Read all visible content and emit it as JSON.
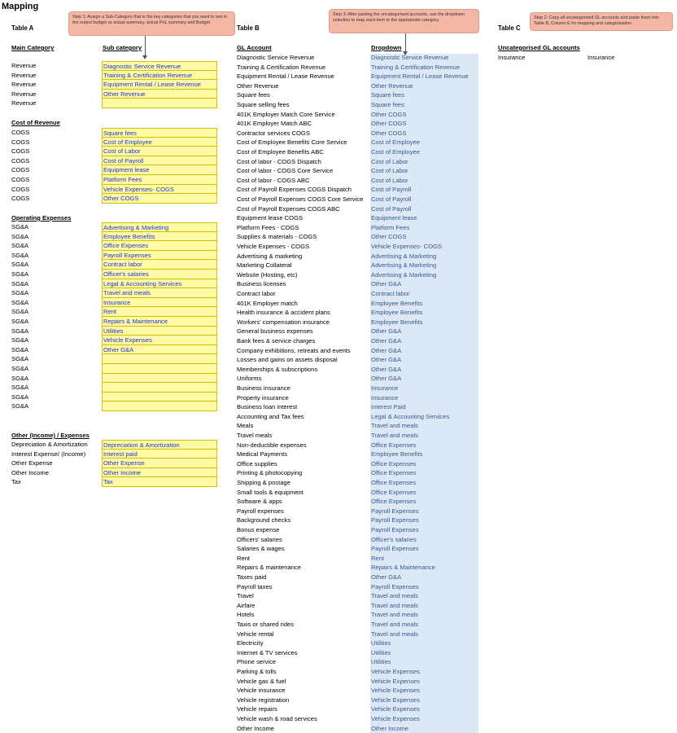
{
  "title": "Mapping",
  "table_a": {
    "label": "Table A",
    "col1_header": "Main Category",
    "col2_header": "Sub category",
    "revenue": [
      [
        "Revenue",
        "Diagnostic Service Revenue"
      ],
      [
        "Revenue",
        "Training & Certification Revenue"
      ],
      [
        "Revenue",
        "Equipment Rental / Lease Revenue"
      ],
      [
        "Revenue",
        "Other Revenue"
      ],
      [
        "Revenue",
        ""
      ]
    ],
    "cogs_header": "Cost of Revenue",
    "cogs": [
      [
        "COGS",
        "Square fees"
      ],
      [
        "COGS",
        "Cost of Employee"
      ],
      [
        "COGS",
        "Cost of Labor"
      ],
      [
        "COGS",
        "Cost of Payroll"
      ],
      [
        "COGS",
        "Equipment lease"
      ],
      [
        "COGS",
        "Platform Fees"
      ],
      [
        "COGS",
        "Vehicle Expenses- COGS"
      ],
      [
        "COGS",
        "Other COGS"
      ]
    ],
    "opex_header": "Operating Expenses",
    "opex": [
      [
        "SG&A",
        "Advertising & Marketing"
      ],
      [
        "SG&A",
        "Employee Benefits"
      ],
      [
        "SG&A",
        "Office Expenses"
      ],
      [
        "SG&A",
        "Payroll Expenses"
      ],
      [
        "SG&A",
        "Contract labor"
      ],
      [
        "SG&A",
        "Officer's salaries"
      ],
      [
        "SG&A",
        "Legal & Accounting Services"
      ],
      [
        "SG&A",
        "Travel and meals"
      ],
      [
        "SG&A",
        "Insurance"
      ],
      [
        "SG&A",
        "Rent"
      ],
      [
        "SG&A",
        "Repairs & Maintenance"
      ],
      [
        "SG&A",
        "Utilities"
      ],
      [
        "SG&A",
        "Vehicle Expenses"
      ],
      [
        "SG&A",
        "Other G&A"
      ],
      [
        "SG&A",
        ""
      ],
      [
        "SG&A",
        ""
      ],
      [
        "SG&A",
        ""
      ],
      [
        "SG&A",
        ""
      ],
      [
        "SG&A",
        ""
      ],
      [
        "SG&A",
        ""
      ]
    ],
    "other_header": "Other (Income) / Expenses",
    "other": [
      [
        "Depreciation & Amortization",
        "Depreciation & Amortization"
      ],
      [
        "Interest Expense/ (Income)",
        "Interest paid"
      ],
      [
        "Other Expense",
        "Other Expense"
      ],
      [
        "Other Income",
        "Other Income"
      ],
      [
        "Tax",
        "Tax"
      ]
    ]
  },
  "table_b": {
    "label": "Table B",
    "col1_header": "GL Account",
    "col2_header": "Dropdown",
    "rows": [
      [
        "Diagnostic Service Revenue",
        "Diagnostic Service Revenue"
      ],
      [
        "Training & Certification Revenue",
        "Training & Certification Revenue"
      ],
      [
        "Equipment Rental / Lease Revenue",
        "Equipment Rental / Lease Revenue"
      ],
      [
        "Other Revenue",
        "Other Revenue"
      ],
      [
        "Square fees",
        "Square fees"
      ],
      [
        "Square selling fees",
        "Square fees"
      ],
      [
        "401K Employer Match Core Service",
        "Other COGS"
      ],
      [
        "401K Employer Match ABC",
        "Other COGS"
      ],
      [
        "Contractor services COGS",
        "Other COGS"
      ],
      [
        "Cost of Employee Benefits Core Service",
        "Cost of Employee"
      ],
      [
        "Cost of Employee Benefits ABC",
        "Cost of Employee"
      ],
      [
        "Cost of labor - COGS Dispatch",
        "Cost of Labor"
      ],
      [
        "Cost of labor - COGS Core Service",
        "Cost of Labor"
      ],
      [
        "Cost of labor - COGS ABC",
        "Cost of Labor"
      ],
      [
        "Cost of Payroll Expenses COGS Dispatch",
        "Cost of Payroll"
      ],
      [
        "Cost of Payroll Expenses COGS  Core Service",
        "Cost of Payroll"
      ],
      [
        "Cost of Payroll Expenses COGS  ABC",
        "Cost of Payroll"
      ],
      [
        "Equipment lease COGS",
        "Equipment lease"
      ],
      [
        "Platform Fees - COGS",
        "Platform Fees"
      ],
      [
        "Supplies & materials - COGS",
        "Other COGS"
      ],
      [
        "Vehicle Expenses - COGS",
        "Vehicle Expenses- COGS"
      ],
      [
        "Advertising & marketing",
        "Advertising & Marketing"
      ],
      [
        "Marketing Collateral",
        "Advertising & Marketing"
      ],
      [
        "Website (Hosting, etc)",
        "Advertising & Marketing"
      ],
      [
        "Business licenses",
        "Other G&A"
      ],
      [
        "Contract labor",
        "Contract labor"
      ],
      [
        "401K Employer match",
        "Employee Benefits"
      ],
      [
        "Health insurance & accident plans",
        "Employee Benefits"
      ],
      [
        "Workers' compensation insurance",
        "Employee Benefits"
      ],
      [
        "General business expenses",
        "Other G&A"
      ],
      [
        "Bank fees & service charges",
        "Other G&A"
      ],
      [
        "Company exhibitions, retreats and events",
        "Other G&A"
      ],
      [
        "Losses and gains on assets disposal",
        "Other G&A"
      ],
      [
        "Memberships & subscriptions",
        "Other G&A"
      ],
      [
        "Uniforms",
        "Other G&A"
      ],
      [
        "Business insurance",
        "Insurance"
      ],
      [
        "Property insurance",
        "Insurance"
      ],
      [
        "Business loan interest",
        "Interest Paid"
      ],
      [
        "Accounting and Tax fees",
        "Legal & Accounting Services"
      ],
      [
        "Meals",
        "Travel and meals"
      ],
      [
        "Travel meals",
        "Travel and meals"
      ],
      [
        "Non-deductible expenses",
        "Office Expenses"
      ],
      [
        "Medical Payments",
        "Employee Benefits"
      ],
      [
        "Office supplies",
        "Office Expenses"
      ],
      [
        "Printing & photocopying",
        "Office Expenses"
      ],
      [
        "Shipping & postage",
        "Office Expenses"
      ],
      [
        "Small tools & equipment",
        "Office Expenses"
      ],
      [
        "Software & apps",
        "Office Expenses"
      ],
      [
        "Payroll expenses",
        "Payroll Expenses"
      ],
      [
        "Background checks",
        "Payroll Expenses"
      ],
      [
        "Bonus expense",
        "Payroll Expenses"
      ],
      [
        "Officers' salaries",
        "Officer's salaries"
      ],
      [
        "Salaries & wages",
        "Payroll Expenses"
      ],
      [
        "Rent",
        "Rent"
      ],
      [
        "Repairs & maintenance",
        "Repairs & Maintenance"
      ],
      [
        "Taxes paid",
        "Other G&A"
      ],
      [
        "Payroll taxes",
        "Payroll Expenses"
      ],
      [
        "Travel",
        "Travel and meals"
      ],
      [
        "Airfare",
        "Travel and meals"
      ],
      [
        "Hotels",
        "Travel and meals"
      ],
      [
        "Taxis or shared rides",
        "Travel and meals"
      ],
      [
        "Vehicle rental",
        "Travel and meals"
      ],
      [
        "Electricity",
        "Utilities"
      ],
      [
        "Internet & TV services",
        "Utilities"
      ],
      [
        "Phone service",
        "Utilities"
      ],
      [
        "Parking & tolls",
        "Vehicle Expenses"
      ],
      [
        "Vehicle gas & fuel",
        "Vehicle Expenses"
      ],
      [
        "Vehicle insurance",
        "Vehicle Expenses"
      ],
      [
        "Vehicle registration",
        "Vehicle Expenses"
      ],
      [
        "Vehicle repairs",
        "Vehicle Expenses"
      ],
      [
        "Vehicle wash & road services",
        "Vehicle Expenses"
      ],
      [
        "Other Income",
        "Other Income"
      ]
    ]
  },
  "table_c": {
    "label": "Table C",
    "header": "Uncategorised GL accounts",
    "rows": [
      [
        "Insurance",
        "Insurance"
      ]
    ]
  },
  "notes": {
    "step1": "Step 1: Assign a Sub-Category that is the key categories that you want to see in the output budget vs actual summary, actual PnL summary and Budget.",
    "step2": "Step 2: Copy all uncategorised GL accounts and paste them into Table B, Column E for mapping and categorisation.",
    "step3": "Step 3: After pasting the uncategorised accounts, use the dropdown selection to map each item to the appropriate category."
  }
}
